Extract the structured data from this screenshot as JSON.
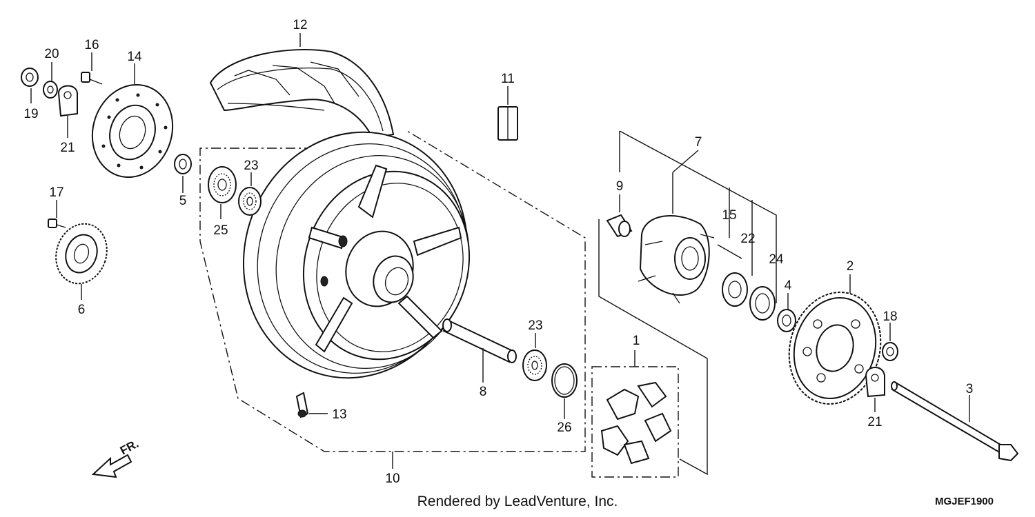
{
  "callouts": [
    "1",
    "2",
    "3",
    "4",
    "5",
    "6",
    "7",
    "8",
    "9",
    "10",
    "11",
    "12",
    "13",
    "14",
    "15",
    "16",
    "17",
    "18",
    "19",
    "20",
    "21",
    "21",
    "22",
    "23",
    "23",
    "24",
    "25",
    "26"
  ],
  "direction_label": "FR.",
  "credit": "Rendered by LeadVenture, Inc.",
  "diagram_code": "MGJEF1900"
}
